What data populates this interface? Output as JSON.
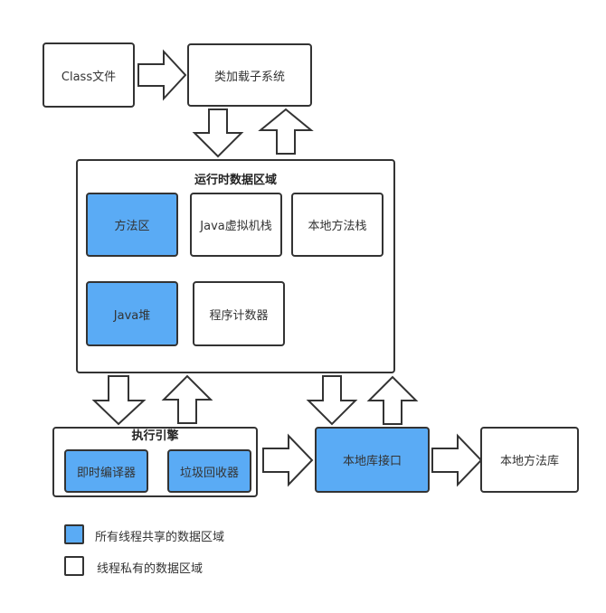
{
  "nodes": {
    "class_file": "Class文件",
    "class_loader": "类加载子系统",
    "method_area": "方法区",
    "java_stack": "Java虚拟机栈",
    "native_method_stack": "本地方法栈",
    "java_heap": "Java堆",
    "program_counter": "程序计数器",
    "jit_compiler": "即时编译器",
    "garbage_collector": "垃圾回收器",
    "native_interface": "本地库接口",
    "native_library": "本地方法库"
  },
  "regions": {
    "runtime_data_area": "运行时数据区域",
    "execution_engine": "执行引擎"
  },
  "legend": {
    "shared": "所有线程共享的数据区域",
    "private": "线程私有的数据区域"
  },
  "colors": {
    "shared_fill": "#5aabf5",
    "private_fill": "#ffffff",
    "stroke": "#333333"
  }
}
